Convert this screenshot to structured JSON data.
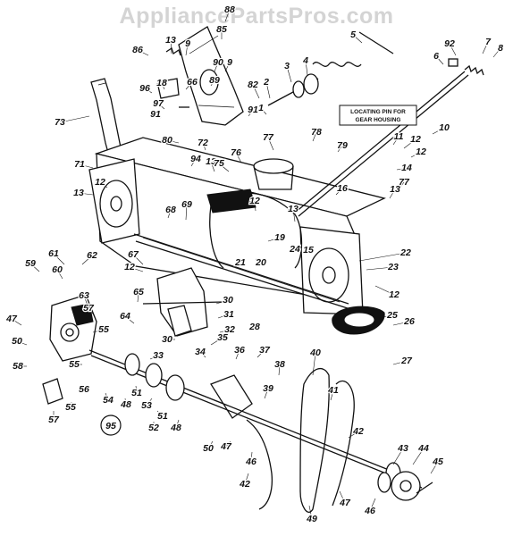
{
  "watermark": "AppliancePartsPros.com",
  "callout": [
    "LOCATING PIN FOR",
    "GEAR HOUSING"
  ],
  "circled_label": "95",
  "part_numbers": [
    "88",
    "85",
    "13",
    "9",
    "5",
    "92",
    "7",
    "8",
    "6",
    "86",
    "90",
    "9",
    "3",
    "4",
    "18",
    "89",
    "82",
    "96",
    "66",
    "2",
    "1",
    "97",
    "91",
    "91",
    "73",
    "10",
    "11",
    "77",
    "78",
    "12",
    "80",
    "72",
    "79",
    "13",
    "94",
    "71",
    "12",
    "76",
    "75",
    "14",
    "12",
    "77",
    "13",
    "16",
    "13",
    "12",
    "68",
    "69",
    "19",
    "13",
    "22",
    "24",
    "15",
    "61",
    "62",
    "67",
    "21",
    "20",
    "23",
    "59",
    "60",
    "12",
    "12",
    "63",
    "65",
    "30",
    "64",
    "57",
    "31",
    "25",
    "47",
    "55",
    "32",
    "26",
    "50",
    "30",
    "28",
    "58",
    "33",
    "35",
    "27",
    "34",
    "36",
    "37",
    "40",
    "38",
    "55",
    "51",
    "56",
    "54",
    "39",
    "57",
    "55",
    "48",
    "41",
    "53",
    "51",
    "52",
    "48",
    "42",
    "50",
    "47",
    "43",
    "44",
    "46",
    "45",
    "42",
    "47",
    "46",
    "49"
  ]
}
